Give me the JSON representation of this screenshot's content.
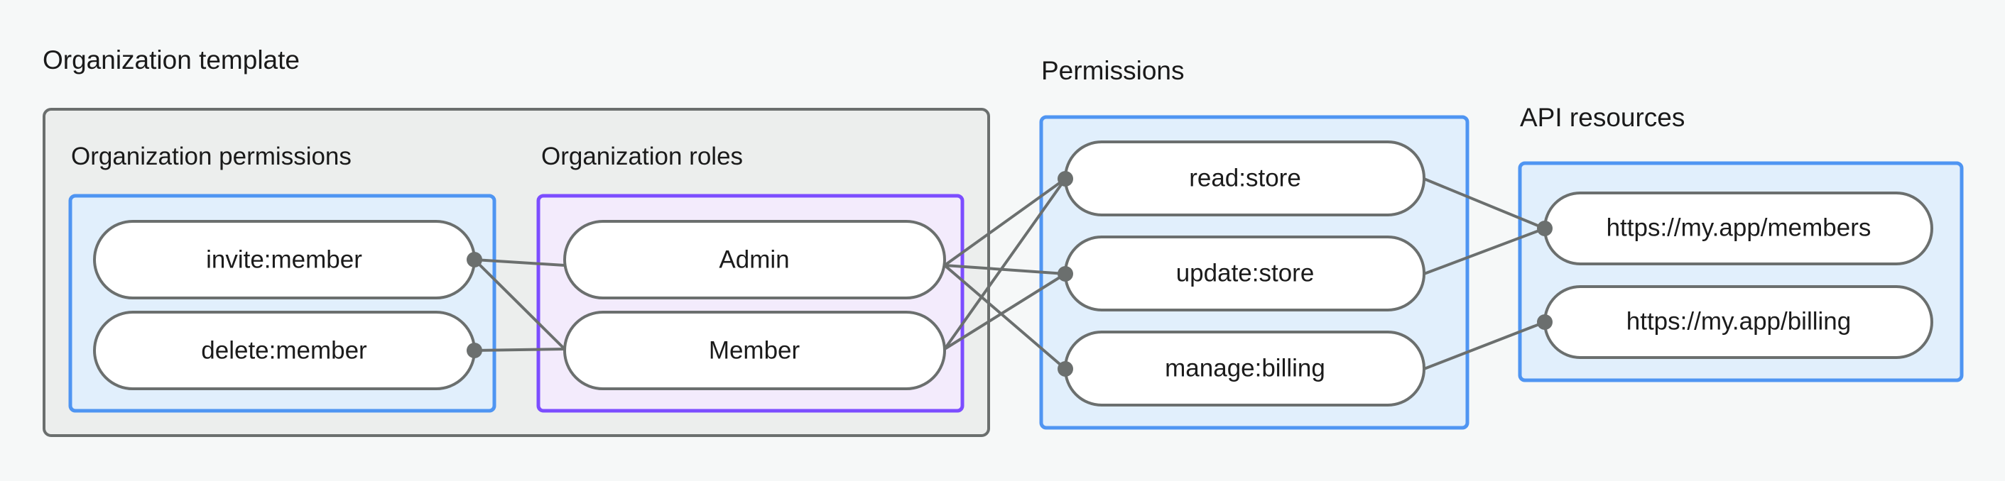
{
  "diagram": {
    "background_color": "#f6f8f8",
    "groups": [
      {
        "id": "organization-template",
        "title": "Organization template",
        "style": "outer-gray",
        "border_color": "#6b6f6e",
        "fill_color": "#eceeed",
        "subgroups": [
          {
            "id": "organization-permissions",
            "title": "Organization permissions",
            "border_color": "#4f95f2",
            "fill_color": "#e1effc",
            "nodes": [
              {
                "id": "invite-member",
                "label": "invite:member"
              },
              {
                "id": "delete-member",
                "label": "delete:member"
              }
            ]
          },
          {
            "id": "organization-roles",
            "title": "Organization roles",
            "border_color": "#7c4dff",
            "fill_color": "#f3ebfc",
            "nodes": [
              {
                "id": "admin",
                "label": "Admin"
              },
              {
                "id": "member",
                "label": "Member"
              }
            ]
          }
        ]
      },
      {
        "id": "permissions",
        "title": "Permissions",
        "style": "blue",
        "border_color": "#4f95f2",
        "fill_color": "#e1effc",
        "nodes": [
          {
            "id": "read-store",
            "label": "read:store"
          },
          {
            "id": "update-store",
            "label": "update:store"
          },
          {
            "id": "manage-billing",
            "label": "manage:billing"
          }
        ]
      },
      {
        "id": "api-resources",
        "title": "API resources",
        "style": "blue",
        "border_color": "#4f95f2",
        "fill_color": "#e1effc",
        "nodes": [
          {
            "id": "api-members",
            "label": "https://my.app/members"
          },
          {
            "id": "api-billing",
            "label": "https://my.app/billing"
          }
        ]
      }
    ],
    "edges": [
      {
        "from": "invite-member",
        "to": "admin"
      },
      {
        "from": "invite-member",
        "to": "member"
      },
      {
        "from": "delete-member",
        "to": "member"
      },
      {
        "from": "admin",
        "to": "read-store"
      },
      {
        "from": "admin",
        "to": "update-store"
      },
      {
        "from": "admin",
        "to": "manage-billing"
      },
      {
        "from": "member",
        "to": "read-store"
      },
      {
        "from": "member",
        "to": "update-store"
      },
      {
        "from": "read-store",
        "to": "api-members"
      },
      {
        "from": "update-store",
        "to": "api-members"
      },
      {
        "from": "manage-billing",
        "to": "api-billing"
      }
    ],
    "edge_color": "#6b6f6e"
  }
}
